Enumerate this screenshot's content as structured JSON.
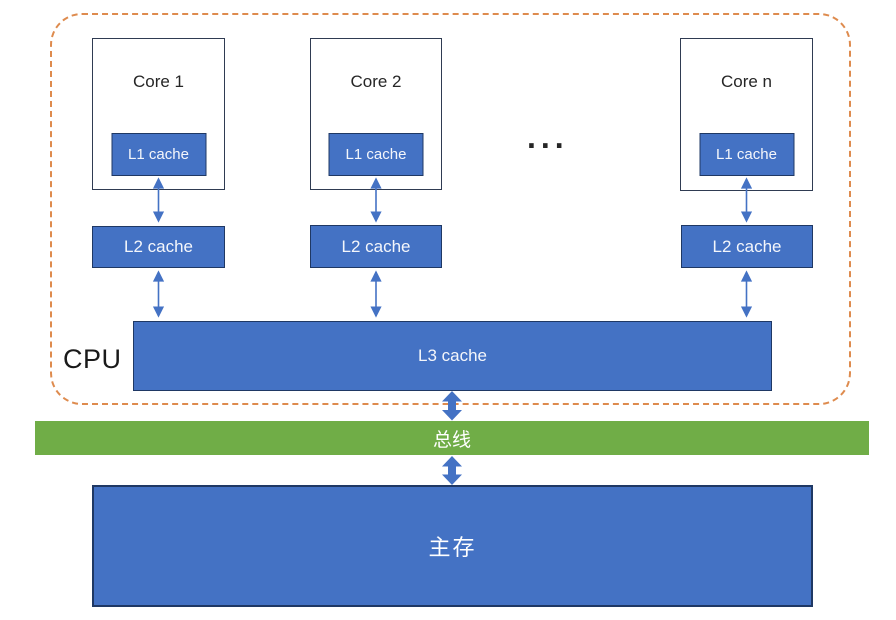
{
  "diagram": {
    "cpu_label": "CPU",
    "cores": [
      {
        "name": "Core 1",
        "l1_label": "L1 cache",
        "l2_label": "L2 cache"
      },
      {
        "name": "Core 2",
        "l1_label": "L1 cache",
        "l2_label": "L2 cache"
      },
      {
        "name": "Core n",
        "l1_label": "L1 cache",
        "l2_label": "L2 cache"
      }
    ],
    "ellipsis": "...",
    "l3_label": "L3 cache",
    "bus_label": "总线",
    "main_memory_label": "主存",
    "colors": {
      "cache_fill": "#4472C4",
      "cache_border": "#1F3864",
      "core_border": "#2F3B52",
      "bus_fill": "#70AD47",
      "cpu_boundary_dash": "#DE8B4E",
      "arrow": "#4472C4",
      "text_dark": "#262626",
      "text_light": "#FFFFFF"
    }
  }
}
